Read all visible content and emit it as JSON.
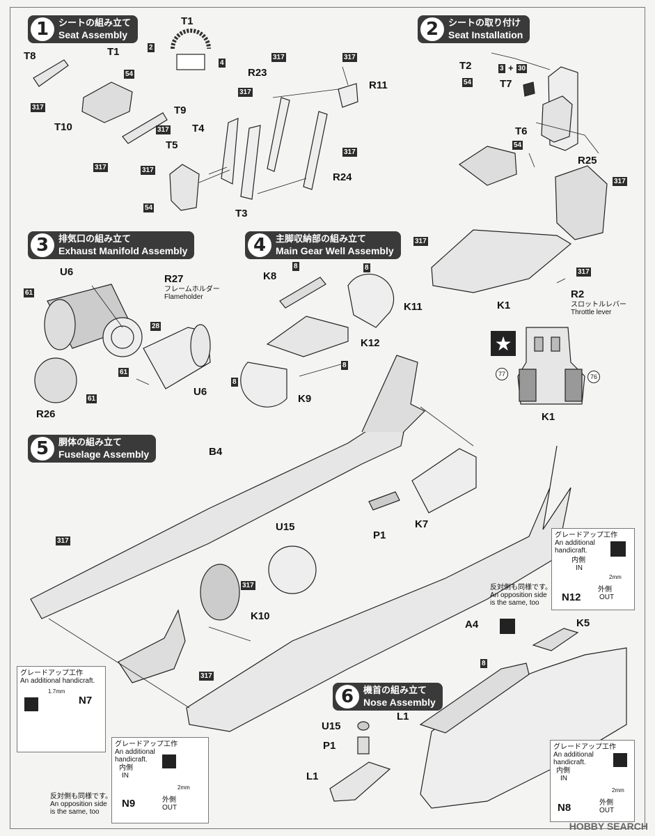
{
  "steps": [
    {
      "num": "1",
      "jp": "シートの組み立て",
      "en": "Seat Assembly"
    },
    {
      "num": "2",
      "jp": "シートの取り付け",
      "en": "Seat Installation"
    },
    {
      "num": "3",
      "jp": "排気口の組み立て",
      "en": "Exhaust Manifold Assembly"
    },
    {
      "num": "4",
      "jp": "主脚収納部の組み立て",
      "en": "Main Gear Well Assembly"
    },
    {
      "num": "5",
      "jp": "胴体の組み立て",
      "en": "Fuselage Assembly"
    },
    {
      "num": "6",
      "jp": "機首の組み立て",
      "en": "Nose Assembly"
    }
  ],
  "parts": {
    "t1a": "T1",
    "t1b": "T1",
    "t8": "T8",
    "t10": "T10",
    "t9": "T9",
    "t4": "T4",
    "t5": "T5",
    "t3": "T3",
    "r23": "R23",
    "r11": "R11",
    "r24": "R24",
    "t2": "T2",
    "t7": "T7",
    "t6": "T6",
    "r25": "R25",
    "k1a": "K1",
    "r2": "R2",
    "k1b": "K1",
    "u6a": "U6",
    "r27": "R27",
    "u6b": "U6",
    "r26": "R26",
    "k8": "K8",
    "k11": "K11",
    "k12": "K12",
    "k9": "K9",
    "b4": "B4",
    "u15a": "U15",
    "p1a": "P1",
    "k7": "K7",
    "k10": "K10",
    "a4": "A4",
    "n12": "N12",
    "k5": "K5",
    "n7": "N7",
    "l1a": "L1",
    "u15b": "U15",
    "p1b": "P1",
    "l1b": "L1",
    "n9": "N9",
    "n8": "N8"
  },
  "colors": {
    "c2": "2",
    "c4": "4",
    "c54a": "54",
    "c317a": "317",
    "c317b": "317",
    "c317c": "317",
    "c54b": "54",
    "c317d": "317",
    "c317e": "317",
    "c317f": "317",
    "c317g": "317",
    "c3": "3",
    "c30": "30",
    "c54c": "54",
    "c54d": "54",
    "c317h": "317",
    "c317i": "317",
    "c317j": "317",
    "c61a": "61",
    "c28": "28",
    "c61b": "61",
    "c61c": "61",
    "c8a": "8",
    "c8b": "8",
    "c8c": "8",
    "c8d": "8",
    "c317k": "317",
    "c317l": "317",
    "c317m": "317",
    "c8e": "8",
    "c77": "77",
    "c76": "76"
  },
  "notes": {
    "flameholder_jp": "フレームホルダー",
    "flameholder_en": "Flameholder",
    "throttle_jp": "スロットルレバー",
    "throttle_en": "Throttle lever",
    "plus": "+",
    "grade_jp": "グレードアップ工作",
    "grade_en": "An additional handicraft.",
    "grade_en_1": "An additional",
    "grade_en_2": "handicraft.",
    "in_jp": "内側",
    "in_en": "IN",
    "out_jp": "外側",
    "out_en": "OUT",
    "mm2": "2mm",
    "mm17": "1.7mm",
    "opp_jp": "反対側も同様です。",
    "opp_en_1": "An opposition side",
    "opp_en_2": "is the same, too"
  },
  "watermark": "HOBBY SEARCH"
}
